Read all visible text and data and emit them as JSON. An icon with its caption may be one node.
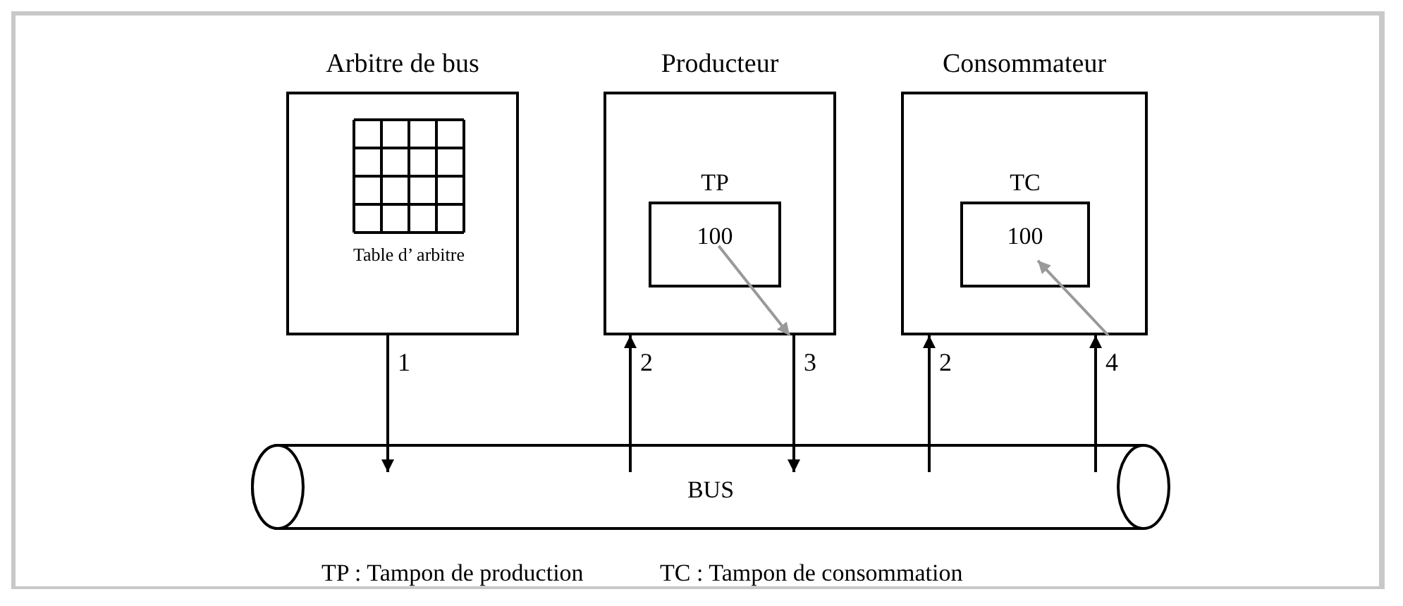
{
  "diagram": {
    "nodes": [
      {
        "text": [
          "Arbitre de bus"
        ]
      },
      {
        "text": [
          "Table d’ arbitre"
        ],
        "in": 0
      },
      {
        "text": [
          "Producteur"
        ]
      },
      {
        "text": [
          "TP",
          "100"
        ],
        "in": 2
      },
      {
        "text": [
          "Consommateur"
        ]
      },
      {
        "text": [
          "TC",
          "100"
        ],
        "in": 4
      },
      {
        "text": [
          "BUS"
        ]
      }
    ],
    "edges": [
      {
        "from": 0,
        "to": 6,
        "arrow": "to",
        "label": "1"
      },
      {
        "from": 6,
        "to": 2,
        "arrow": "to",
        "label": "2"
      },
      {
        "from": 2,
        "to": 6,
        "arrow": "to",
        "label": "3"
      },
      {
        "from": 6,
        "to": 4,
        "arrow": "to",
        "label": "2"
      },
      {
        "from": 6,
        "to": 4,
        "arrow": "to",
        "label": "4"
      },
      {
        "from": 3,
        "to": 2,
        "arrow": "to",
        "color": "#999999"
      },
      {
        "from": 4,
        "to": 5,
        "arrow": "to",
        "color": "#999999"
      }
    ],
    "labels": [
      "TP : Tampon de production",
      "TC : Tampon de consommation"
    ]
  }
}
